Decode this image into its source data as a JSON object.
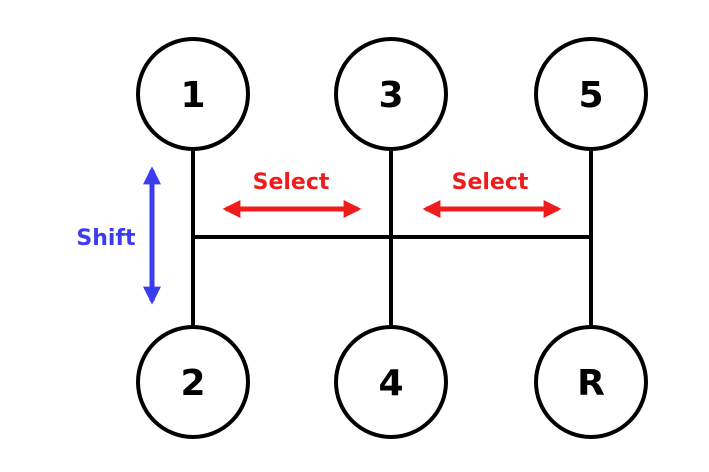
{
  "gears": {
    "top": [
      "1",
      "3",
      "5"
    ],
    "bottom": [
      "2",
      "4",
      "R"
    ]
  },
  "labels": {
    "shift": "Shift",
    "select_left": "Select",
    "select_right": "Select"
  },
  "colors": {
    "background": "#ffffff",
    "lines": "#000000",
    "select": "#ee1c1c",
    "shift": "#3b3bf0"
  }
}
